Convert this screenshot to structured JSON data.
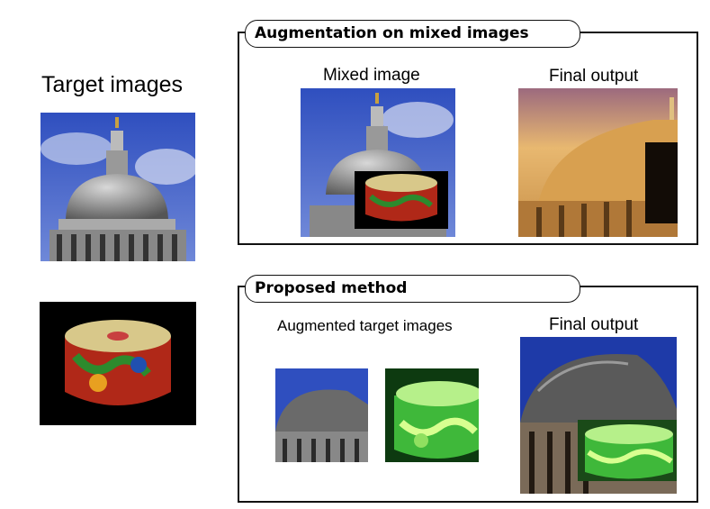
{
  "left": {
    "title": "Target images"
  },
  "top_panel": {
    "tab_label": "Augmentation on mixed images",
    "mixed_label": "Mixed image",
    "output_label": "Final output"
  },
  "bottom_panel": {
    "tab_label": "Proposed method",
    "augmented_label": "Augmented target images",
    "output_label": "Final output"
  },
  "icons": {
    "dome": "cathedral-dome-photo",
    "drum": "painted-drum-photo"
  },
  "colors": {
    "sky": "#3a5fc9",
    "drum_green": "#3fe24a",
    "sepia": "#d8a860"
  }
}
